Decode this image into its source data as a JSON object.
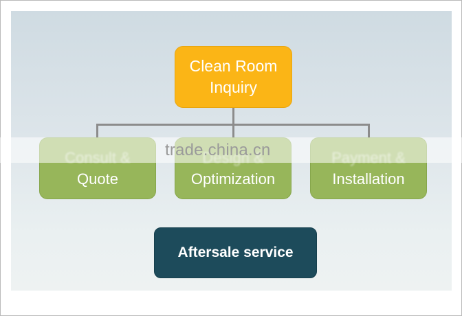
{
  "diagram": {
    "top_node": {
      "line1": "Clean Room",
      "line2": "Inquiry"
    },
    "children": [
      {
        "line1": "Consult &",
        "line2": "Quote"
      },
      {
        "line1": "Design &",
        "line2": "Optimization"
      },
      {
        "line1": "Payment &",
        "line2": "Installation"
      }
    ],
    "bottom_node": {
      "label": "Aftersale service"
    }
  },
  "watermark": "trade.china.cn",
  "colors": {
    "top_node": "#fbb516",
    "child_nodes": "#97b65a",
    "bottom_node": "#1d4b5b",
    "connector": "#8c8c8c"
  }
}
